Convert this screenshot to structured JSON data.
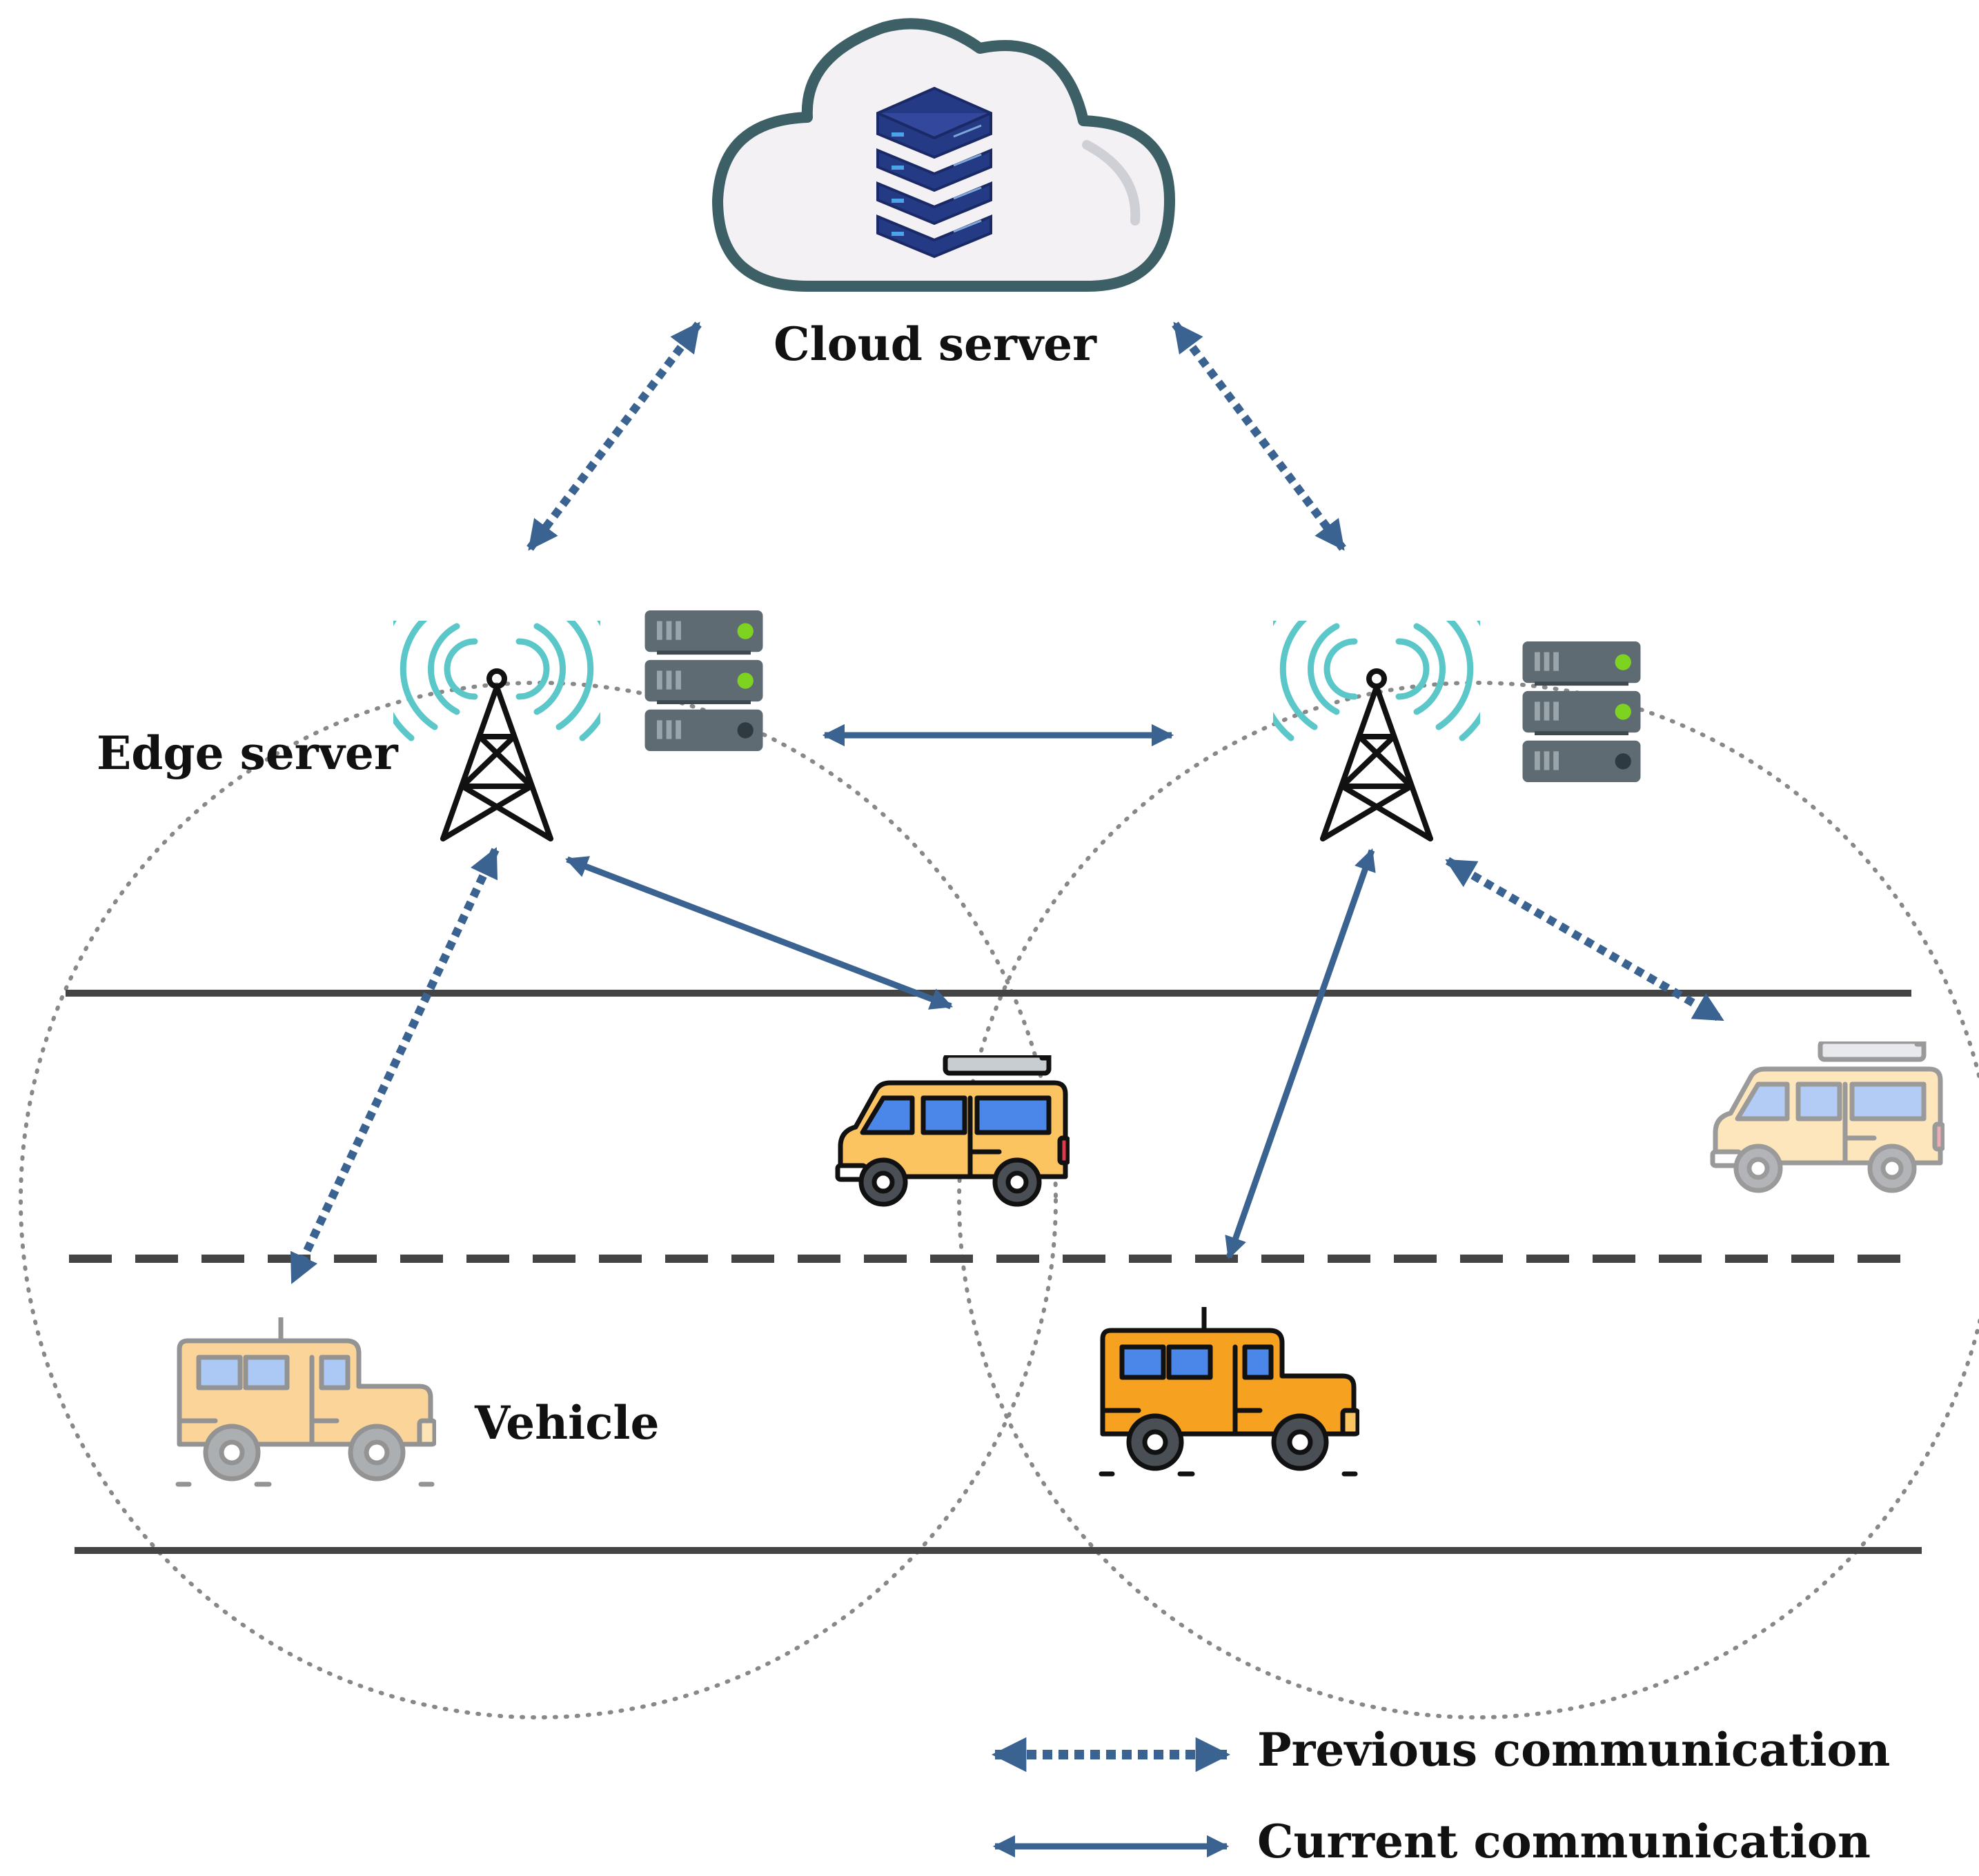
{
  "labels": {
    "cloud_server": "Cloud server",
    "edge_server": "Edge server",
    "vehicle": "Vehicle"
  },
  "legend": {
    "previous": "Previous communication",
    "current": "Current communication"
  },
  "colors": {
    "arrow": "#3a6391",
    "signal": "#5cc7c9",
    "server_rack": "#5e6b72",
    "server_led": "#7ed321",
    "cloud_outline": "#3d5f66",
    "cloud_server": "#253a85",
    "road": "#444444",
    "coverage": "#888888",
    "vehicle_orange": "#f7a121",
    "vehicle_yellow": "#fcc461",
    "vehicle_window": "#4a87e8"
  },
  "icons": {
    "cloud": "cloud-icon",
    "cloud_server": "server-stack-icon",
    "tower": "antenna-tower-icon",
    "edge_server": "server-rack-icon",
    "vehicle_van": "van-icon",
    "vehicle_jeep": "jeep-icon"
  }
}
